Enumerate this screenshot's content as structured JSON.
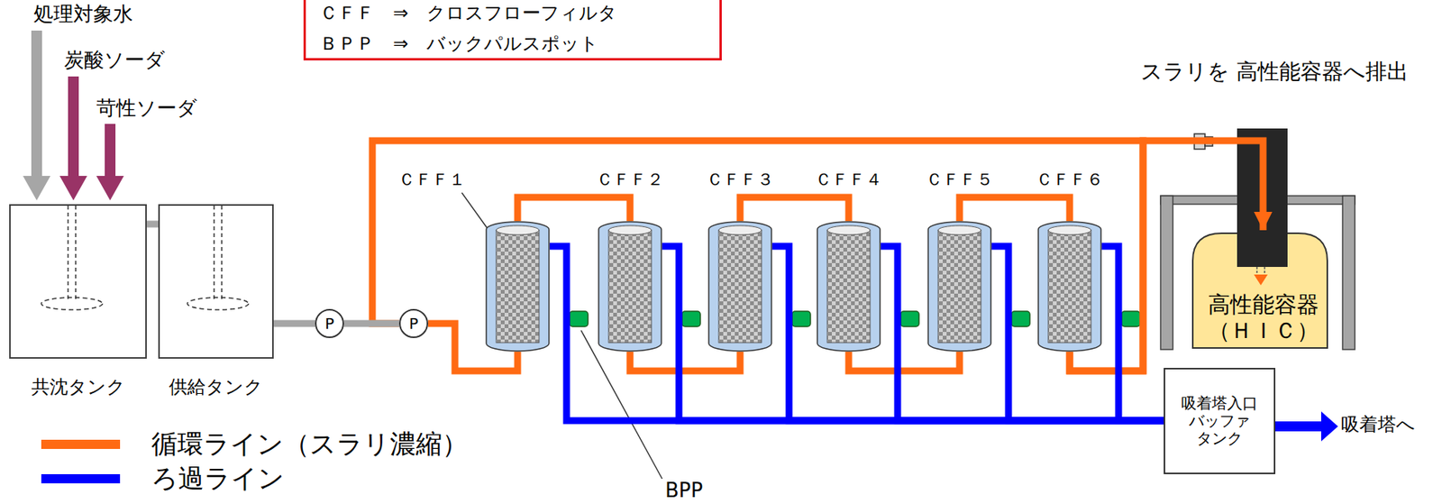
{
  "diagram": {
    "nodes": [
      {
        "text": [
          "ＣＦＦ　⇒　クロスフローフィルタ",
          "ＢＰＰ　⇒　バックパルスポット"
        ]
      },
      {
        "text": [
          "共沈タンク"
        ]
      },
      {
        "text": [
          "供給タンク"
        ]
      },
      {
        "text": [
          "P"
        ]
      },
      {
        "text": [
          "P"
        ]
      },
      {
        "text": [
          "ＣＦＦ１"
        ]
      },
      {
        "text": [
          "ＣＦＦ２"
        ]
      },
      {
        "text": [
          "ＣＦＦ３"
        ]
      },
      {
        "text": [
          "ＣＦＦ４"
        ]
      },
      {
        "text": [
          "ＣＦＦ５"
        ]
      },
      {
        "text": [
          "ＣＦＦ６"
        ]
      },
      {
        "text": [
          "高性能容器 （ＨＩＣ）"
        ]
      },
      {
        "text": [
          "吸着塔入口 バッファ タンク"
        ]
      }
    ],
    "edges": [
      {
        "from": 1,
        "to": 2,
        "arrow": "none"
      },
      {
        "from": 2,
        "to": 3,
        "arrow": "none"
      },
      {
        "from": 3,
        "to": 4,
        "arrow": "none"
      },
      {
        "from": 4,
        "to": 5,
        "arrow": "none"
      },
      {
        "from": 5,
        "to": 6,
        "arrow": "none"
      },
      {
        "from": 6,
        "to": 7,
        "arrow": "none"
      },
      {
        "from": 7,
        "to": 8,
        "arrow": "none"
      },
      {
        "from": 8,
        "to": 9,
        "arrow": "none"
      },
      {
        "from": 9,
        "to": 10,
        "arrow": "none"
      },
      {
        "from": 10,
        "to": 11,
        "arrow": "to"
      },
      {
        "from": 10,
        "to": 4,
        "arrow": "none"
      },
      {
        "from": 5,
        "to": 12,
        "arrow": "none"
      },
      {
        "from": 6,
        "to": 12,
        "arrow": "none"
      },
      {
        "from": 7,
        "to": 12,
        "arrow": "none"
      },
      {
        "from": 8,
        "to": 12,
        "arrow": "none"
      },
      {
        "from": 9,
        "to": 12,
        "arrow": "none"
      },
      {
        "from": 10,
        "to": 12,
        "arrow": "none"
      }
    ],
    "labels": [
      "処理対象水",
      "炭酸ソーダ",
      "苛性ソーダ",
      "スラリを 高性能容器へ排出",
      "BPP",
      "吸着塔へ"
    ],
    "legend": [
      {
        "text": "循環ライン（スラリ濃縮）",
        "color": "#ff6a13"
      },
      {
        "text": "ろ過ライン",
        "color": "#0000ff"
      }
    ]
  }
}
